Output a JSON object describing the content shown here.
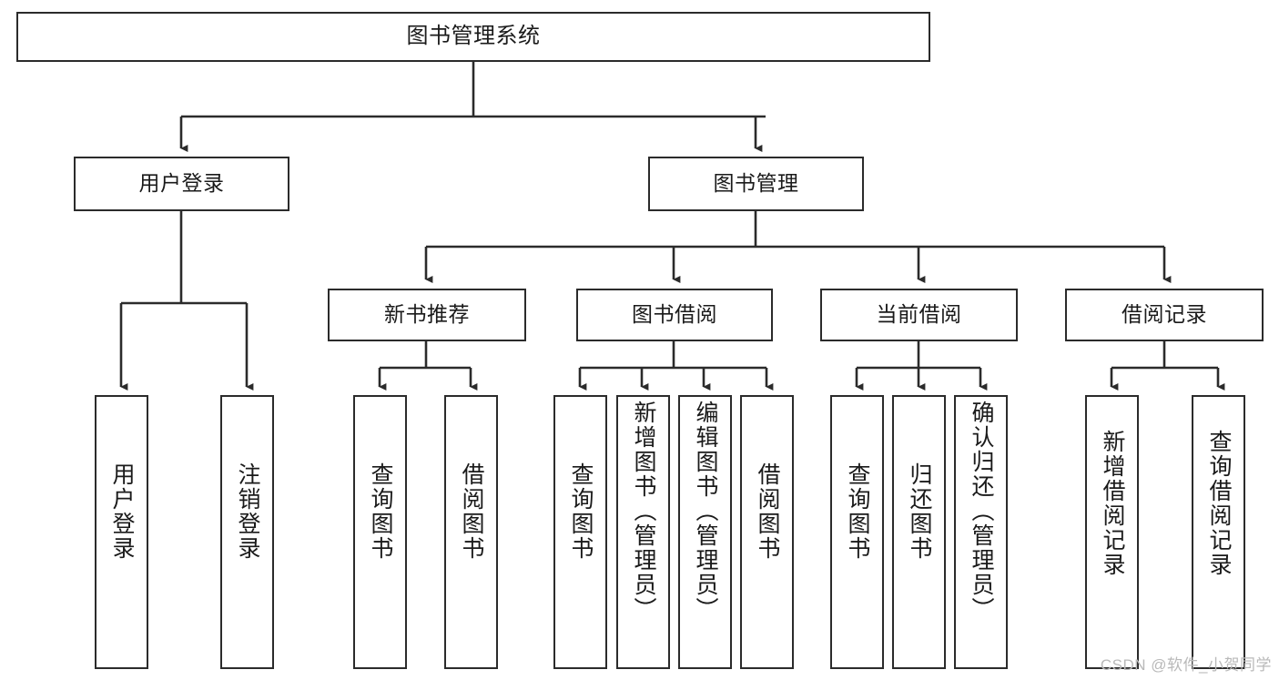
{
  "diagram": {
    "title": "图书管理系统",
    "type": "tree-hierarchy-chart",
    "background_color": "#ffffff",
    "line_color": "#2b2b2b",
    "text_color": "#1a1a1a"
  },
  "nodes": {
    "root": {
      "label": "图书管理系统"
    },
    "level1": [
      {
        "id": "user-login",
        "label": "用户登录"
      },
      {
        "id": "book-manage",
        "label": "图书管理"
      }
    ],
    "level2": [
      {
        "id": "new-book-recommend",
        "label": "新书推荐"
      },
      {
        "id": "book-borrow",
        "label": "图书借阅"
      },
      {
        "id": "current-borrow",
        "label": "当前借阅"
      },
      {
        "id": "borrow-record",
        "label": "借阅记录"
      }
    ],
    "leaves": {
      "user_login": [
        {
          "id": "leaf-user-login",
          "label": "用户登录"
        },
        {
          "id": "leaf-logout-login",
          "label": "注销登录"
        }
      ],
      "new_book_recommend": [
        {
          "id": "leaf-query-book-1",
          "label": "查询图书"
        },
        {
          "id": "leaf-borrow-book-1",
          "label": "借阅图书"
        }
      ],
      "book_borrow": [
        {
          "id": "leaf-query-book-2",
          "label": "查询图书"
        },
        {
          "id": "leaf-add-book",
          "label": "新增图书（管理员）"
        },
        {
          "id": "leaf-edit-book",
          "label": "编辑图书（管理员）"
        },
        {
          "id": "leaf-borrow-book-2",
          "label": "借阅图书"
        }
      ],
      "current_borrow": [
        {
          "id": "leaf-query-book-3",
          "label": "查询图书"
        },
        {
          "id": "leaf-return-book",
          "label": "归还图书"
        },
        {
          "id": "leaf-confirm-return",
          "label": "确认归还（管理员）"
        }
      ],
      "borrow_record": [
        {
          "id": "leaf-add-record",
          "label": "新增借阅记录"
        },
        {
          "id": "leaf-query-record",
          "label": "查询借阅记录"
        }
      ]
    }
  },
  "watermark": {
    "text": "CSDN @软件_小贺同学"
  }
}
